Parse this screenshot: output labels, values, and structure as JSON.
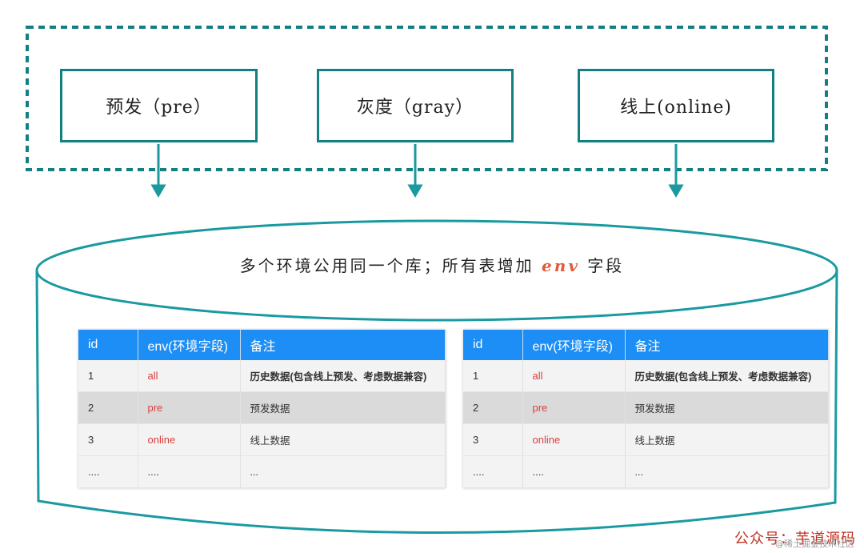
{
  "envs": {
    "pre": "预发（pre）",
    "gray": "灰度（gray）",
    "online": "线上(online)"
  },
  "database": {
    "title_prefix": "多个环境公用同一个库；所有表增加",
    "title_highlight": "env",
    "title_suffix": "字段"
  },
  "table": {
    "headers": [
      "id",
      "env(环境字段)",
      "备注"
    ],
    "rows": [
      {
        "id": "1",
        "env": "all",
        "note": "历史数据(包含线上预发、考虑数据兼容)"
      },
      {
        "id": "2",
        "env": "pre",
        "note": "预发数据"
      },
      {
        "id": "3",
        "env": "online",
        "note": "线上数据"
      },
      {
        "id": "....",
        "env": "....",
        "note": "..."
      }
    ]
  },
  "watermark": {
    "text": "公众号：芋道源码",
    "sub": "@稀土掘金技术社区"
  },
  "colors": {
    "teal": "#127f82",
    "arrow": "#1a9aa0",
    "header_blue": "#1c8ef5",
    "env_red": "#d84040",
    "highlight_orange": "#e05a3a"
  }
}
